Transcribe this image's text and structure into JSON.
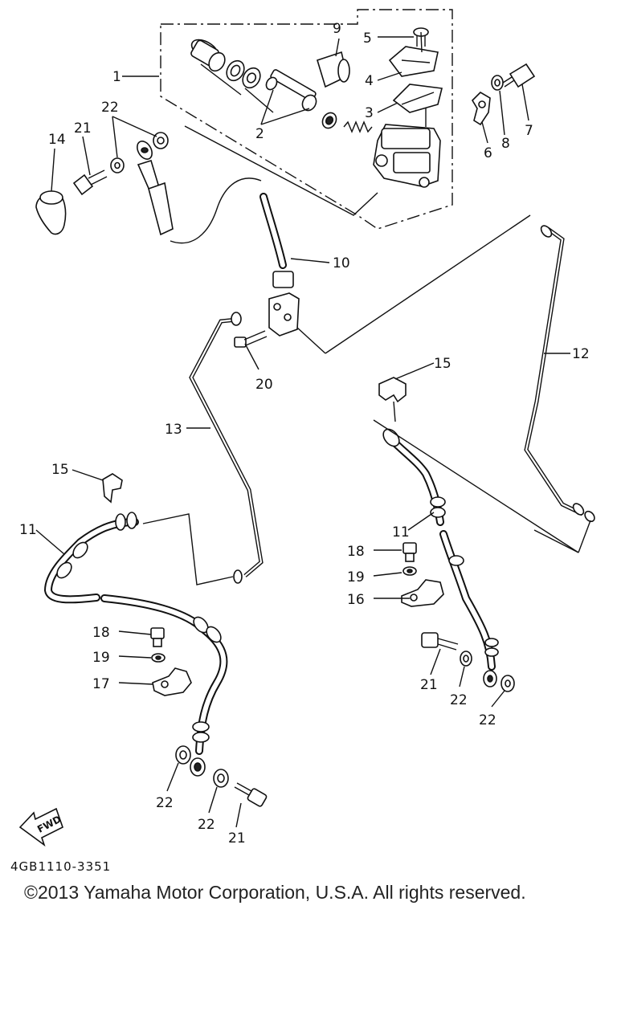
{
  "diagram": {
    "code": "4GB1110-3351",
    "copyright": "©2013 Yamaha Motor Corporation, U.S.A. All rights reserved.",
    "fwd_label": "FWD",
    "callouts": [
      "1",
      "2",
      "3",
      "4",
      "5",
      "6",
      "7",
      "8",
      "9",
      "10",
      "11",
      "11",
      "12",
      "13",
      "14",
      "15",
      "15",
      "15",
      "16",
      "17",
      "18",
      "18",
      "19",
      "19",
      "20",
      "21",
      "21",
      "21",
      "21",
      "22",
      "22",
      "22",
      "22",
      "22",
      "22"
    ]
  }
}
